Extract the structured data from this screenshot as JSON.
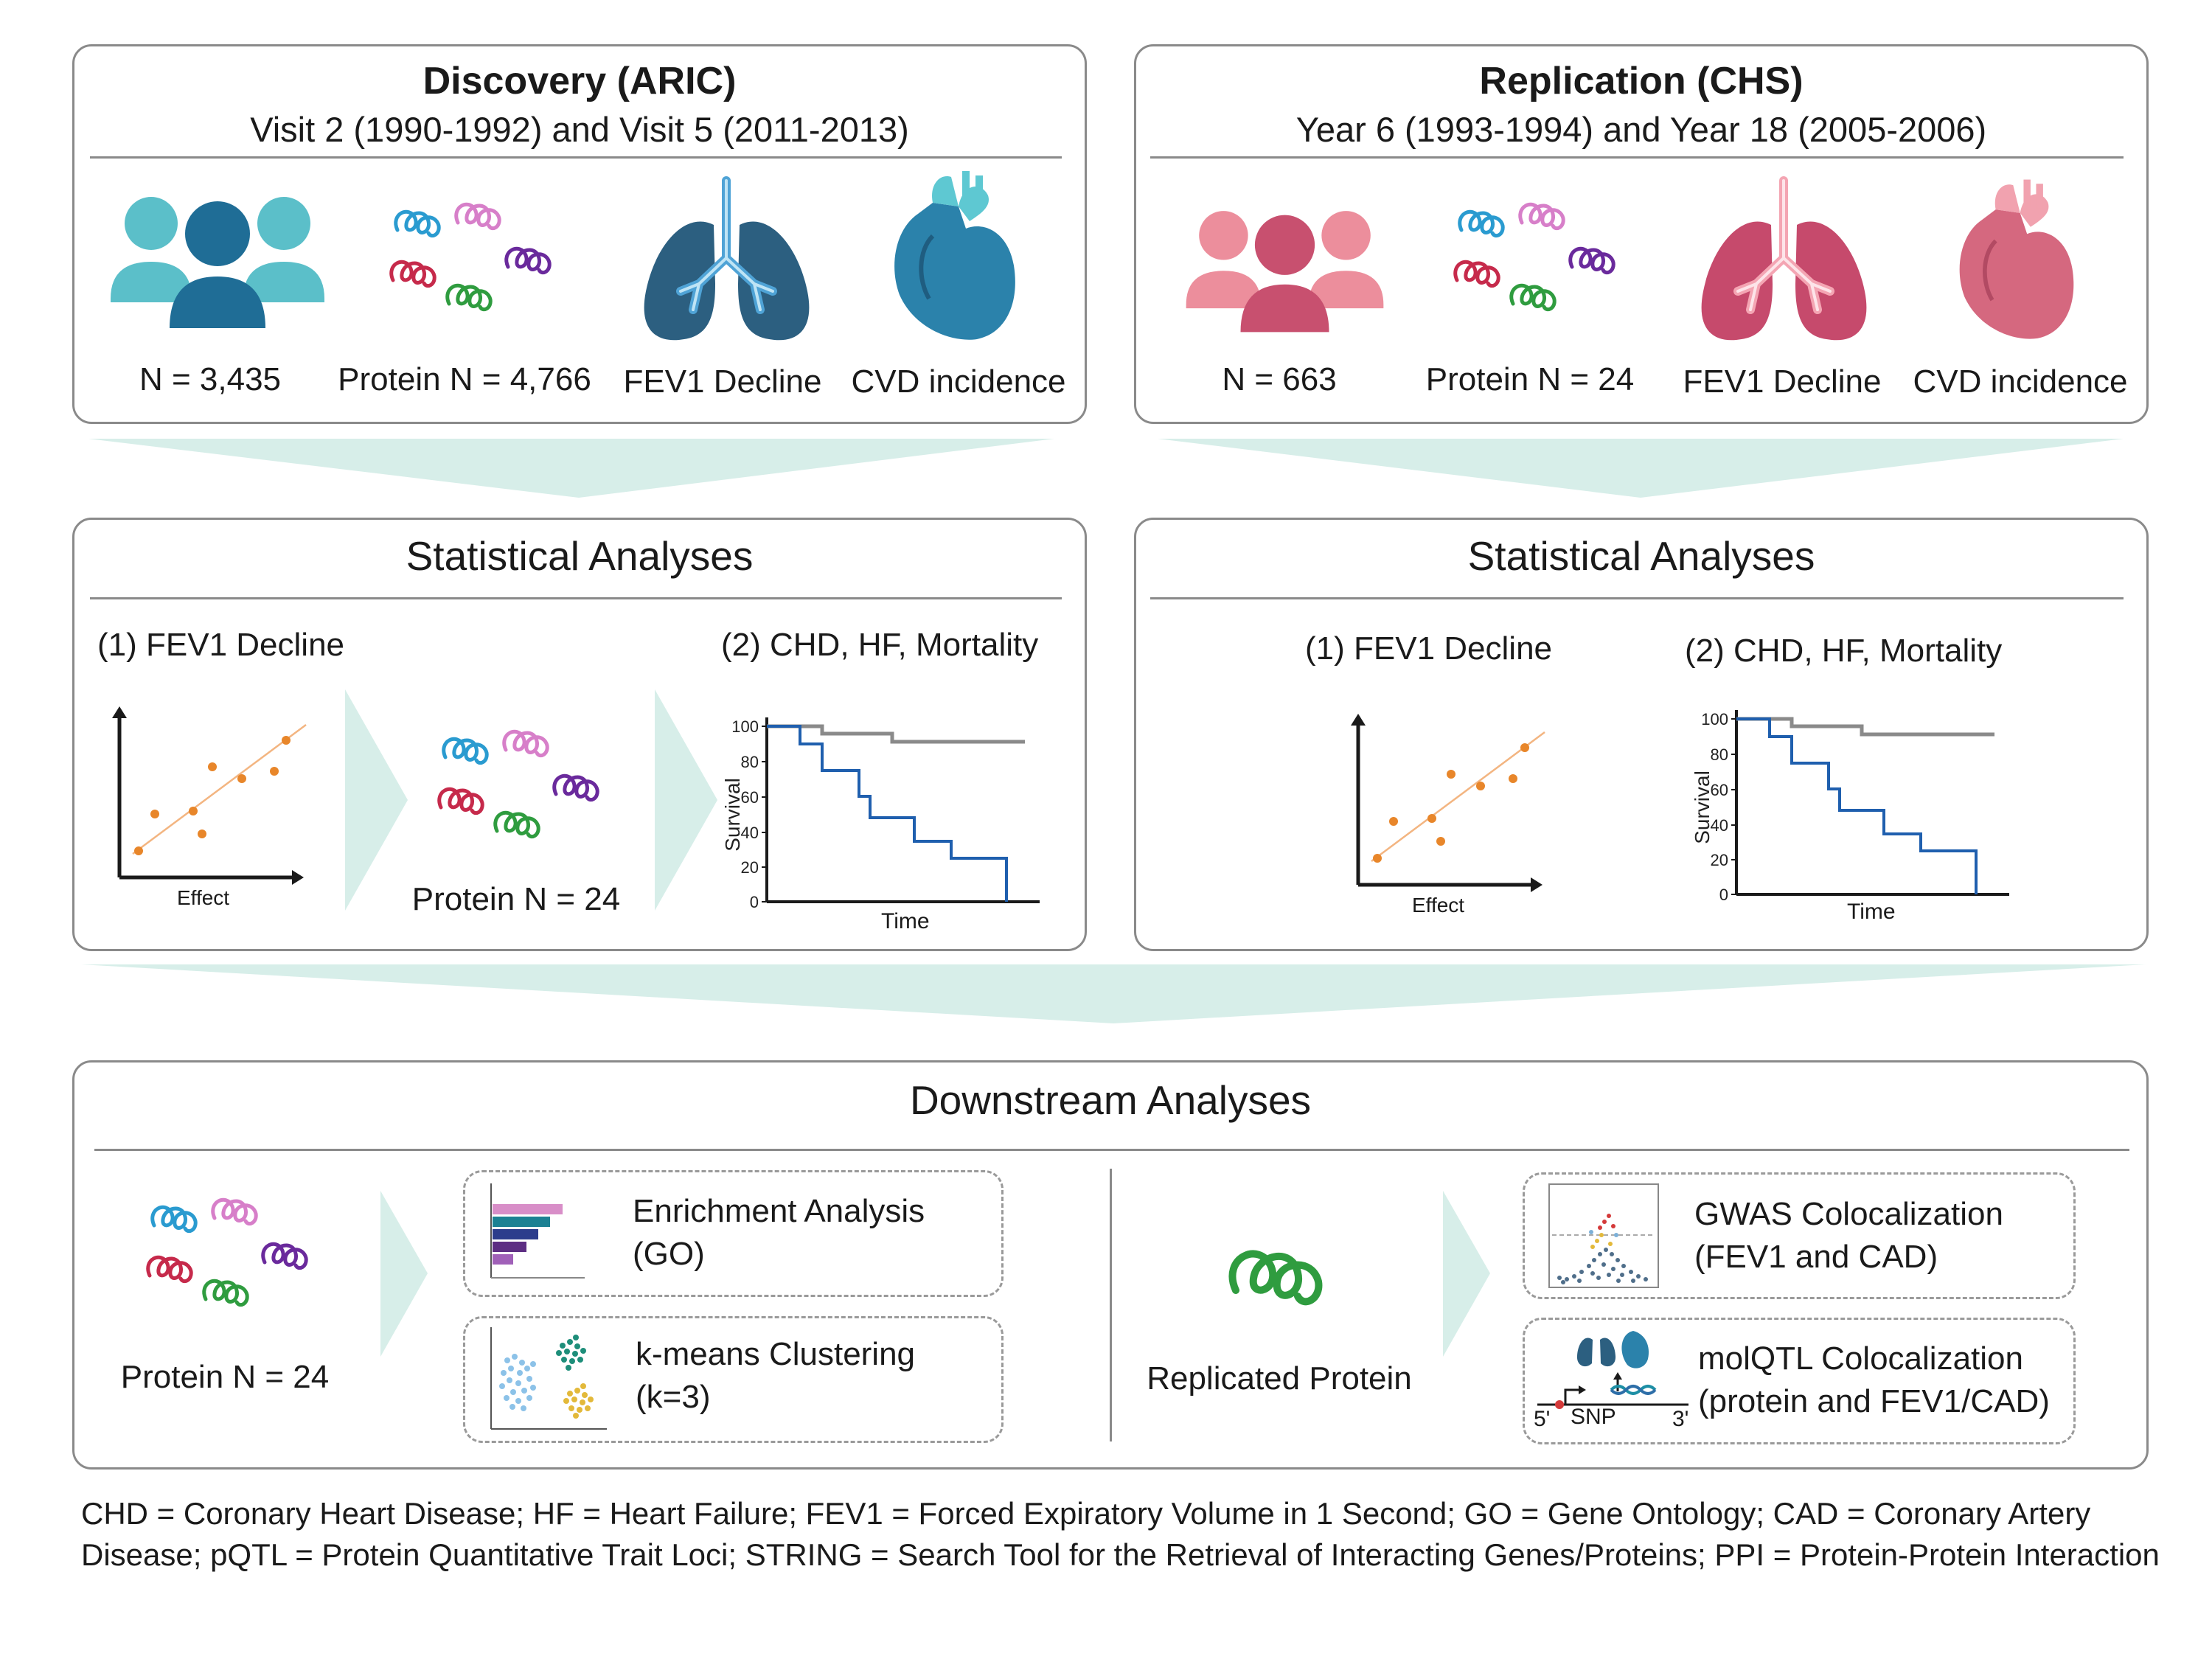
{
  "discovery": {
    "title": "Discovery (ARIC)",
    "subtitle": "Visit 2 (1990-1992) and Visit 5 (2011-2013)",
    "labels": [
      "N = 3,435",
      "Protein N = 4,766",
      "FEV1 Decline",
      "CVD incidence"
    ],
    "color": "#1f6d96"
  },
  "replication": {
    "title": "Replication (CHS)",
    "subtitle": "Year 6 (1993-1994) and Year 18 (2005-2006)",
    "labels": [
      "N = 663",
      "Protein N = 24",
      "FEV1 Decline",
      "CVD incidence"
    ],
    "color": "#c8506f"
  },
  "stats_left": {
    "title": "Statistical Analyses",
    "step1": "(1)  FEV1 Decline",
    "step2": "(2) CHD, HF, Mortality",
    "scatter_xlabel": "Effect",
    "protein_label": "Protein N = 24",
    "km_ylabel": "Survival",
    "km_xlabel": "Time",
    "km_ticks": [
      "0",
      "20",
      "40",
      "60",
      "80",
      "100"
    ]
  },
  "stats_right": {
    "title": "Statistical Analyses",
    "step1": "(1)  FEV1 Decline",
    "step2": "(2) CHD, HF, Mortality",
    "scatter_xlabel": "Effect",
    "km_ylabel": "Survival",
    "km_xlabel": "Time",
    "km_ticks": [
      "0",
      "20",
      "40",
      "60",
      "80",
      "100"
    ]
  },
  "downstream": {
    "title": "Downstream Analyses",
    "protein_label": "Protein N = 24",
    "enrichment": [
      "Enrichment Analysis",
      "(GO)"
    ],
    "clustering": [
      "k-means Clustering",
      "(k=3)"
    ],
    "replicated_label": "Replicated Protein",
    "gwas": [
      "GWAS Colocalization",
      "(FEV1 and CAD)"
    ],
    "molqtl": [
      "molQTL Colocalization",
      "(protein and FEV1/CAD)"
    ],
    "snp_label": "SNP",
    "five_prime": "5'",
    "three_prime": "3'"
  },
  "footer": "CHD = Coronary Heart Disease; HF = Heart Failure; FEV1 = Forced Expiratory Volume in 1 Second; GO = Gene Ontology; CAD = Coronary Artery Disease; pQTL = Protein Quantitative Trait Loci; STRING = Search Tool for the Retrieval of Interacting Genes/Proteins; PPI = Protein-Protein Interaction",
  "colors": {
    "arrow": "#d7eee9",
    "box_border": "#8a8a8a",
    "km_blue": "#1f5fae",
    "km_gray": "#8a8a8a",
    "scatter_dot": "#e8862a"
  }
}
